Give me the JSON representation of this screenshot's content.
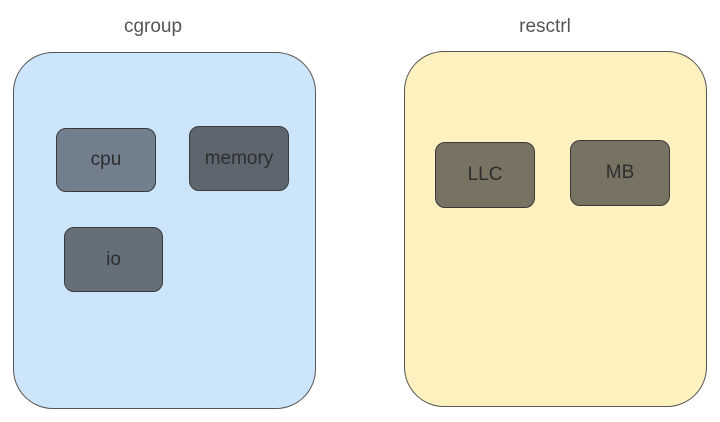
{
  "cgroup": {
    "title": "cgroup",
    "fill": "#cce5fb",
    "items": [
      {
        "label": "cpu",
        "fill": "#72808e"
      },
      {
        "label": "memory",
        "fill": "#5d666f"
      },
      {
        "label": "io",
        "fill": "#656f79"
      }
    ]
  },
  "resctrl": {
    "title": "resctrl",
    "fill": "#fef1c0",
    "items": [
      {
        "label": "LLC",
        "fill": "#787262"
      },
      {
        "label": "MB",
        "fill": "#787262"
      }
    ]
  }
}
